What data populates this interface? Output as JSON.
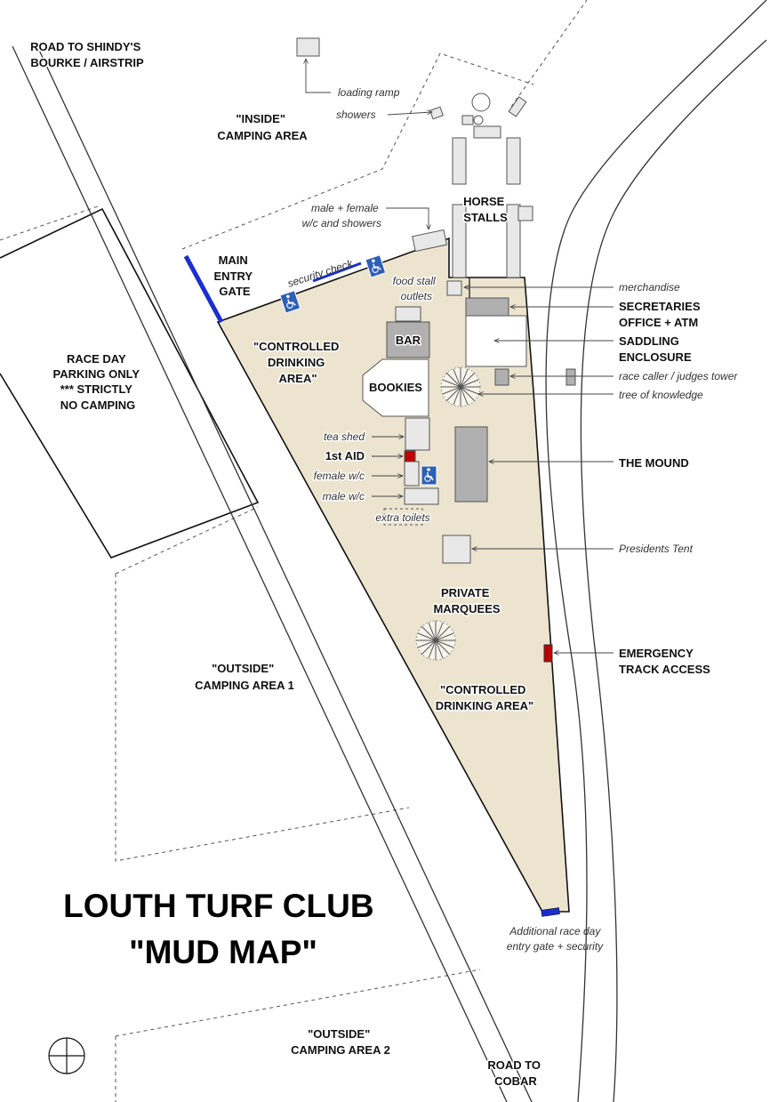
{
  "title": {
    "line1": "LOUTH TURF CLUB",
    "line2": "\"MUD MAP\""
  },
  "areas": {
    "road_shindys": [
      "ROAD TO SHINDY'S",
      "BOURKE / AIRSTRIP"
    ],
    "inside_camping": [
      "\"INSIDE\"",
      "CAMPING AREA"
    ],
    "race_day_parking": [
      "RACE DAY",
      "PARKING ONLY",
      "*** STRICTLY",
      "NO CAMPING"
    ],
    "main_entry_gate": [
      "MAIN",
      "ENTRY",
      "GATE"
    ],
    "controlled_drinking_1": [
      "\"CONTROLLED",
      "DRINKING",
      "AREA\""
    ],
    "bar": "BAR",
    "bookies": "BOOKIES",
    "horse_stalls": [
      "HORSE",
      "STALLS"
    ],
    "private_marquees": [
      "PRIVATE",
      "MARQUEES"
    ],
    "controlled_drinking_2": [
      "\"CONTROLLED",
      "DRINKING AREA\""
    ],
    "outside_camping_1": [
      "\"OUTSIDE\"",
      "CAMPING AREA 1"
    ],
    "outside_camping_2": [
      "\"OUTSIDE\"",
      "CAMPING AREA 2"
    ],
    "road_cobar": [
      "ROAD TO",
      "COBAR"
    ],
    "first_aid": "1st AID"
  },
  "callouts": {
    "loading_ramp": "loading ramp",
    "showers": "showers",
    "male_female_wc": [
      "male + female",
      "w/c and showers"
    ],
    "security_check": "security check",
    "food_stall": [
      "food stall",
      "outlets"
    ],
    "merchandise": "merchandise",
    "secretaries": [
      "SECRETARIES",
      "OFFICE + ATM"
    ],
    "saddling": [
      "SADDLING",
      "ENCLOSURE"
    ],
    "race_caller": "race caller / judges tower",
    "tree_of_knowledge": "tree of knowledge",
    "tea_shed": "tea shed",
    "female_wc": "female w/c",
    "male_wc": "male w/c",
    "extra_toilets": "extra toilets",
    "the_mound": "THE MOUND",
    "presidents_tent": "Presidents Tent",
    "emergency_access": [
      "EMERGENCY",
      "TRACK ACCESS"
    ],
    "additional_gate": [
      "Additional race day",
      "entry gate + security"
    ]
  },
  "icons": [
    "wheelchair-toilet-icon",
    "tree-icon",
    "compass-icon"
  ],
  "colors": {
    "enclosure": "#ece4cf",
    "gate": "#1a2fd0",
    "first_aid": "#c00000",
    "structure_dark": "#b0b0b0",
    "structure_light": "#e8e8e8"
  }
}
